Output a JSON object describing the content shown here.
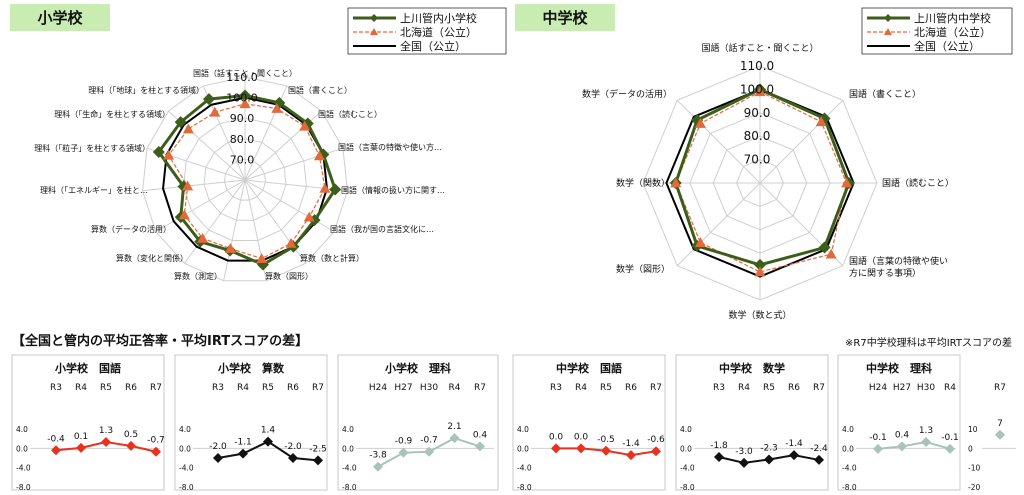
{
  "elementary_tag": "小学校",
  "junior_tag": "中学校",
  "section_title": "【全国と管内の平均正答率・平均IRTスコアの差】",
  "note": "※R7中学校理科は平均IRTスコアの差",
  "colors": {
    "kannai": "#3d5e1a",
    "hokkaido": "#e06a3c",
    "zenkoku": "#000000",
    "tag": "#c9ecb3",
    "red": "#e8321e",
    "black": "#111111",
    "gray": "#a9c2bb"
  },
  "chart_data": [
    {
      "type": "radar",
      "id": "radar-elementary",
      "r_ticks": [
        70.0,
        80.0,
        90.0,
        100.0,
        110.0
      ],
      "rlim": [
        60,
        110
      ],
      "axes": [
        "国語（話すこと・聞くこと）",
        "国語（書くこと）",
        "国語（読むこと）",
        "国語（言葉の特徴や使い方…",
        "国語（情報の扱い方に関す…",
        "国語（我が国の言語文化に…",
        "算数（数と計算）",
        "算数（図形）",
        "算数（測定）",
        "算数（変化と関係）",
        "算数（データの活用）",
        "理科（「エネルギー」を柱と…",
        "理科（「粒子」を柱とする領域）",
        "理科（「生命」を柱とする領域）",
        "理科（「地球」を柱とする領域）"
      ],
      "series": [
        {
          "name": "上川管内小学校",
          "values": [
            101,
            101,
            101,
            100,
            104,
            99,
            100,
            102,
            95,
            97,
            96,
            90,
            104,
            102,
            103
          ]
        },
        {
          "name": "北海道（公立）",
          "values": [
            97,
            98,
            99,
            98,
            99,
            96,
            98,
            99,
            94,
            95,
            94,
            88,
            99,
            97,
            96
          ]
        },
        {
          "name": "全国（公立）",
          "values": [
            100,
            100,
            100,
            100,
            100,
            100,
            100,
            100,
            100,
            100,
            100,
            100,
            100,
            100,
            100
          ]
        }
      ]
    },
    {
      "type": "radar",
      "id": "radar-junior",
      "r_ticks": [
        70.0,
        80.0,
        90.0,
        100.0,
        110.0
      ],
      "rlim": [
        60,
        110
      ],
      "axes": [
        "国語（話すこと・聞くこと）",
        "国語（書くこと）",
        "国語（読むこと）",
        "国語（言葉の特徴や使い方に関する事項）",
        "数学（数と式）",
        "数学（図形）",
        "数学（関数）",
        "数学（データの活用）"
      ],
      "series": [
        {
          "name": "上川管内中学校",
          "values": [
            100,
            99,
            98,
            99,
            95,
            98,
            96,
            98
          ]
        },
        {
          "name": "北海道（公立）",
          "values": [
            99,
            97,
            97,
            103,
            98,
            96,
            96,
            96
          ]
        },
        {
          "name": "全国（公立）",
          "values": [
            100,
            100,
            100,
            100,
            100,
            100,
            100,
            100
          ]
        }
      ]
    },
    {
      "type": "line",
      "id": "mini-e-kokugo",
      "title": "小学校　国語",
      "categories": [
        "R3",
        "R4",
        "R5",
        "R6",
        "R7"
      ],
      "values": [
        -0.4,
        0.1,
        1.3,
        0.5,
        -0.7
      ],
      "labels": [
        "-0.4",
        "0.1",
        "1.3",
        "0.5",
        "-0.7"
      ],
      "y_ticks": [
        "4.0",
        "0.0",
        "-4.0",
        "-8.0"
      ],
      "ylim": [
        -8,
        4
      ],
      "color": "red"
    },
    {
      "type": "line",
      "id": "mini-e-sansu",
      "title": "小学校　算数",
      "categories": [
        "R3",
        "R4",
        "R5",
        "R6",
        "R7"
      ],
      "values": [
        -2.0,
        -1.1,
        1.4,
        -2.0,
        -2.5
      ],
      "labels": [
        "-2.0",
        "-1.1",
        "1.4",
        "-2.0",
        "-2.5"
      ],
      "y_ticks": [
        "4.0",
        "0.0",
        "-4.0",
        "-8.0"
      ],
      "ylim": [
        -8,
        4
      ],
      "color": "black"
    },
    {
      "type": "line",
      "id": "mini-e-rika",
      "title": "小学校　理科",
      "categories": [
        "H24",
        "H27",
        "H30",
        "R4",
        "R7"
      ],
      "values": [
        -3.8,
        -0.9,
        -0.7,
        2.1,
        0.4
      ],
      "labels": [
        "-3.8",
        "-0.9",
        "-0.7",
        "2.1",
        "0.4"
      ],
      "y_ticks": [
        "4.0",
        "0.0",
        "-4.0",
        "-8.0"
      ],
      "ylim": [
        -8,
        4
      ],
      "color": "gray"
    },
    {
      "type": "line",
      "id": "mini-j-kokugo",
      "title": "中学校　国語",
      "categories": [
        "R3",
        "R4",
        "R5",
        "R6",
        "R7"
      ],
      "values": [
        0.0,
        0.0,
        -0.5,
        -1.4,
        -0.6
      ],
      "labels": [
        "0.0",
        "0.0",
        "-0.5",
        "-1.4",
        "-0.6"
      ],
      "y_ticks": [
        "4.0",
        "0.0",
        "-4.0",
        "-8.0"
      ],
      "ylim": [
        -8,
        4
      ],
      "color": "red"
    },
    {
      "type": "line",
      "id": "mini-j-sugaku",
      "title": "中学校　数学",
      "categories": [
        "R3",
        "R4",
        "R5",
        "R6",
        "R7"
      ],
      "values": [
        -1.8,
        -3.0,
        -2.3,
        -1.4,
        -2.4
      ],
      "labels": [
        "-1.8",
        "-3.0",
        "-2.3",
        "-1.4",
        "-2.4"
      ],
      "y_ticks": [
        "4.0",
        "0.0",
        "-4.0",
        "-8.0"
      ],
      "ylim": [
        -8,
        4
      ],
      "color": "black"
    },
    {
      "type": "line",
      "id": "mini-j-rika",
      "title": "中学校　理科",
      "categories": [
        "H24",
        "H27",
        "H30",
        "R4"
      ],
      "values": [
        -0.1,
        0.4,
        1.3,
        -0.1
      ],
      "labels": [
        "-0.1",
        "0.4",
        "1.3",
        "-0.1"
      ],
      "y_ticks": [
        "4.0",
        "0.0",
        "-4.0",
        "-8.0"
      ],
      "ylim": [
        -8,
        4
      ],
      "color": "gray"
    },
    {
      "type": "line",
      "id": "mini-j-rika-r7",
      "title": "",
      "categories": [
        "R7"
      ],
      "values": [
        7
      ],
      "labels": [
        "7"
      ],
      "y_ticks": [
        "10",
        "0",
        "-10",
        "-20"
      ],
      "ylim": [
        -20,
        10
      ],
      "color": "gray"
    }
  ]
}
